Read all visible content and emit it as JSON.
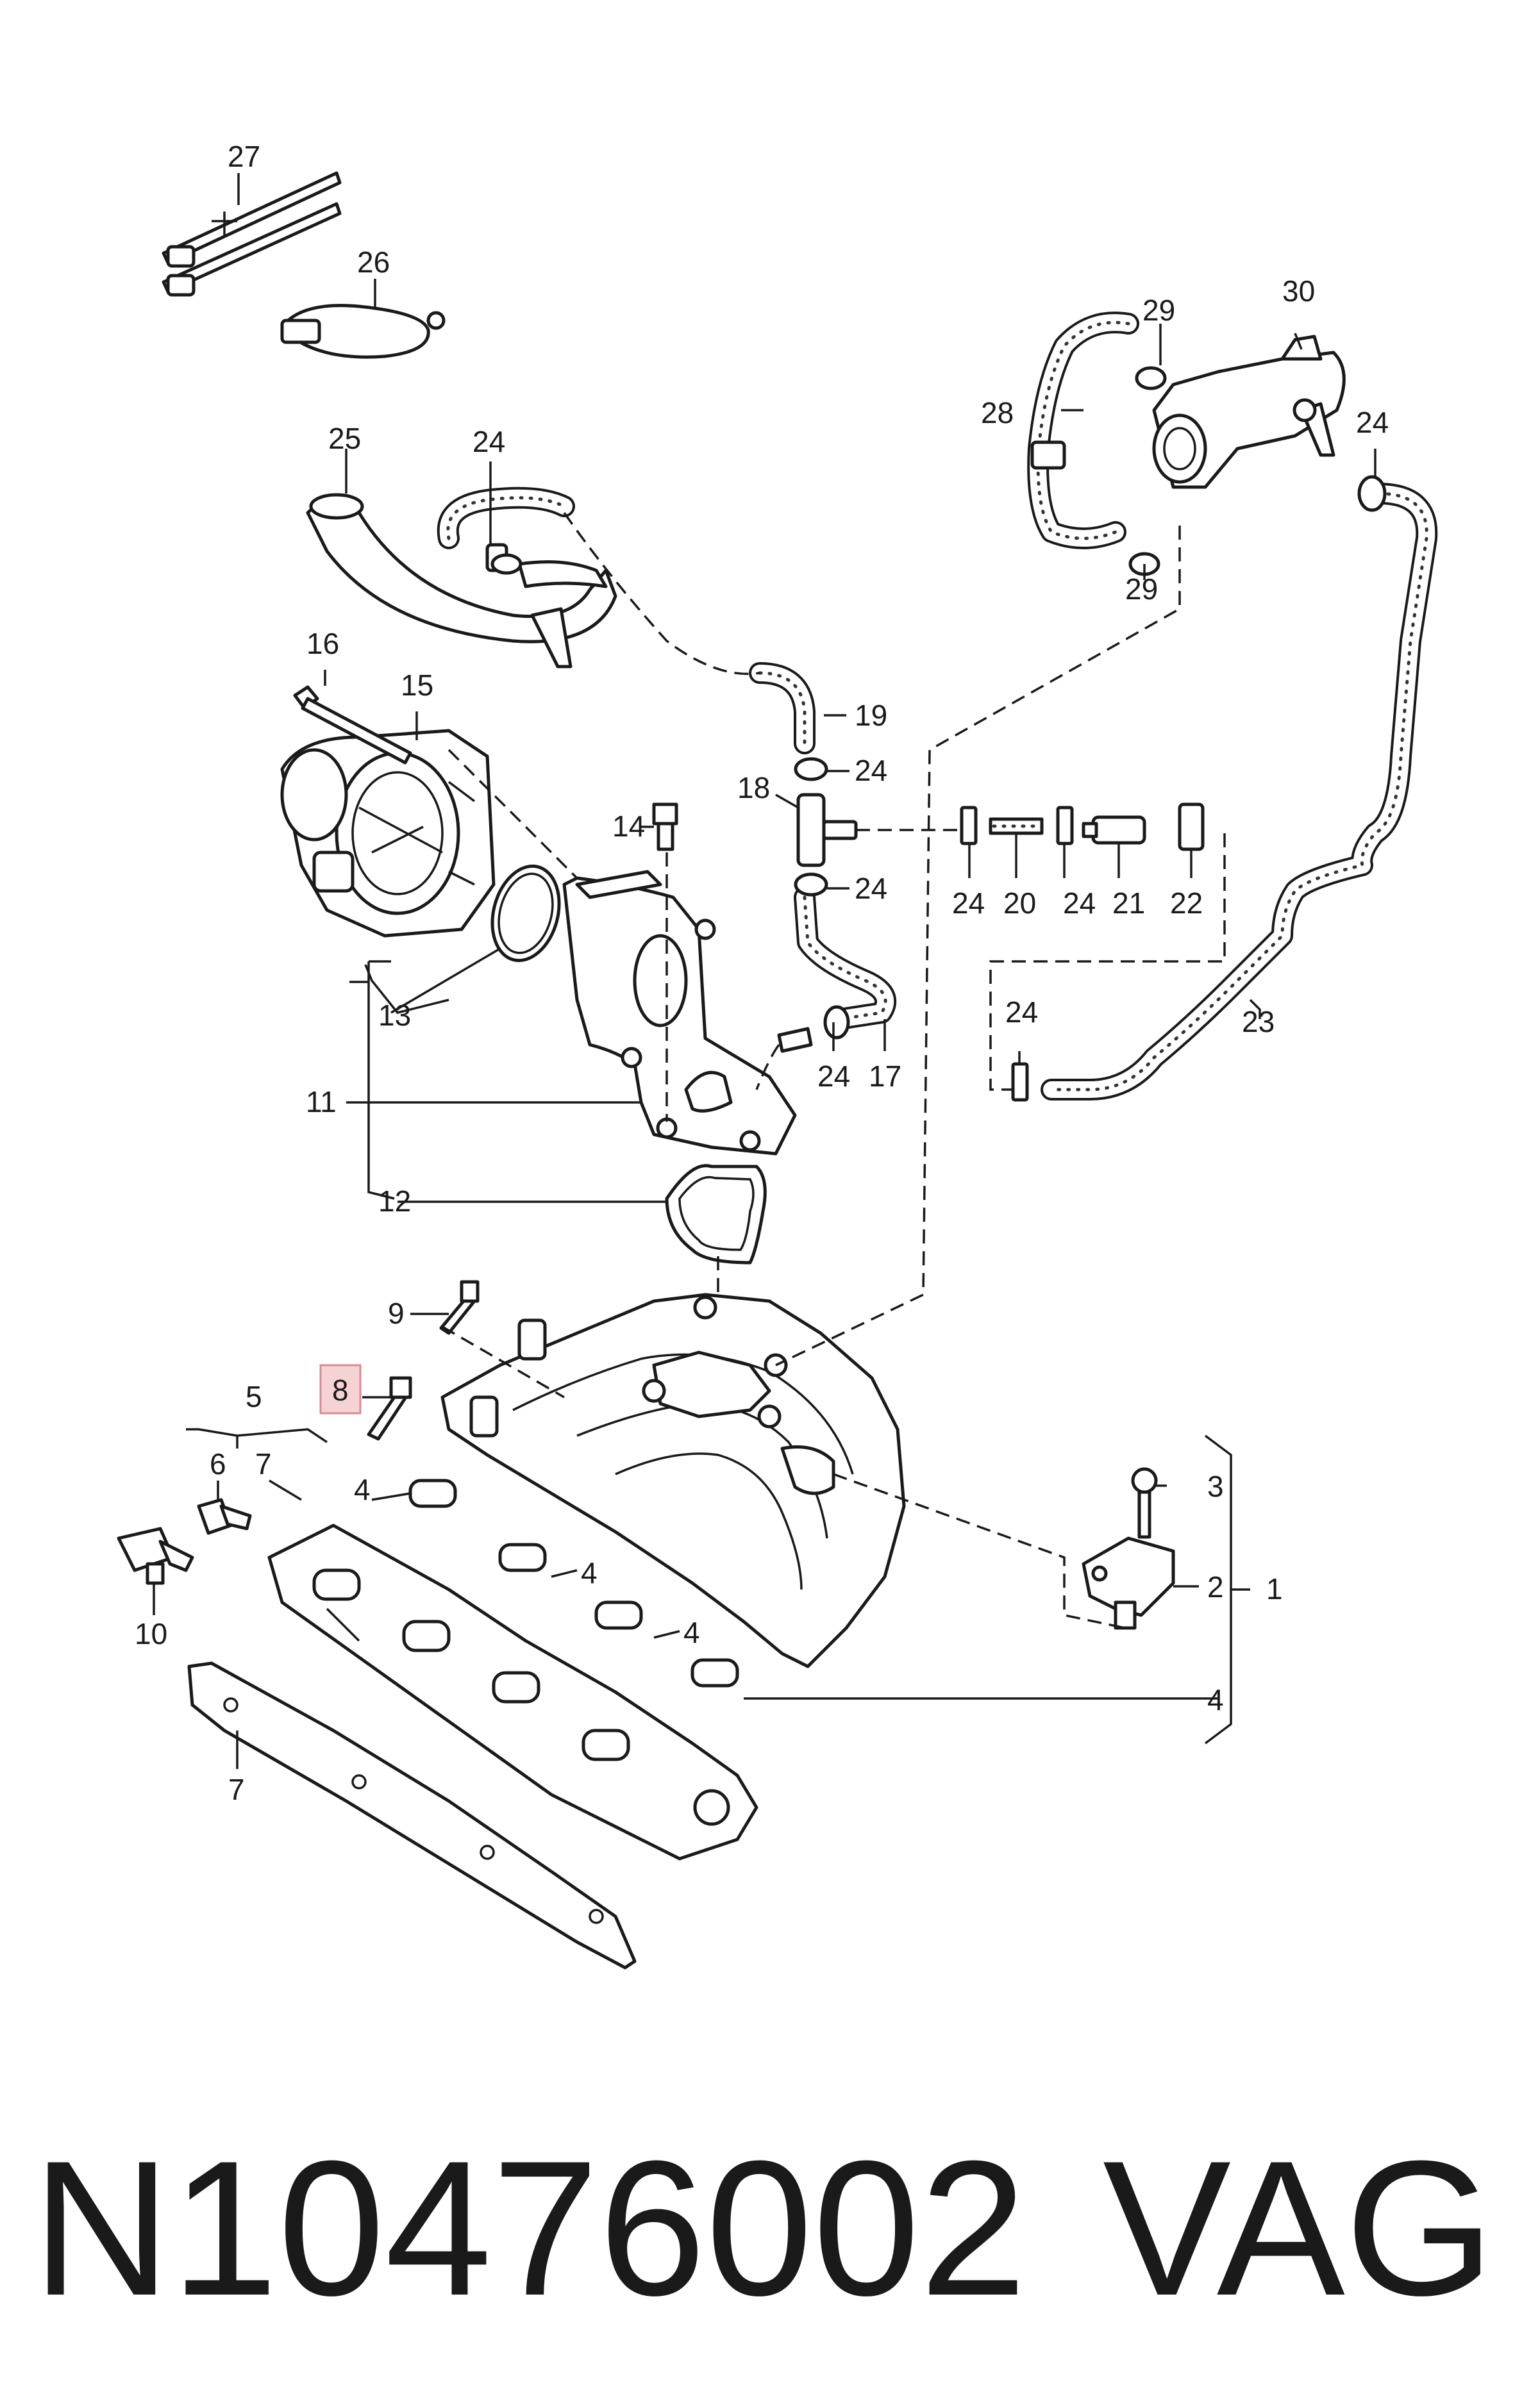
{
  "callouts": [
    {
      "id": "1",
      "text": "1"
    },
    {
      "id": "2",
      "text": "2"
    },
    {
      "id": "3",
      "text": "3"
    },
    {
      "id": "4a",
      "text": "4"
    },
    {
      "id": "4b",
      "text": "4"
    },
    {
      "id": "4c",
      "text": "4"
    },
    {
      "id": "4d",
      "text": "4"
    },
    {
      "id": "5",
      "text": "5"
    },
    {
      "id": "6",
      "text": "6"
    },
    {
      "id": "7a",
      "text": "7"
    },
    {
      "id": "7b",
      "text": "7"
    },
    {
      "id": "8",
      "text": "8"
    },
    {
      "id": "9",
      "text": "9"
    },
    {
      "id": "10",
      "text": "10"
    },
    {
      "id": "11",
      "text": "11"
    },
    {
      "id": "12",
      "text": "12"
    },
    {
      "id": "13",
      "text": "13"
    },
    {
      "id": "14",
      "text": "14"
    },
    {
      "id": "15",
      "text": "15"
    },
    {
      "id": "16",
      "text": "16"
    },
    {
      "id": "17",
      "text": "17"
    },
    {
      "id": "18",
      "text": "18"
    },
    {
      "id": "19",
      "text": "19"
    },
    {
      "id": "20",
      "text": "20"
    },
    {
      "id": "21",
      "text": "21"
    },
    {
      "id": "22",
      "text": "22"
    },
    {
      "id": "23",
      "text": "23"
    },
    {
      "id": "24a",
      "text": "24"
    },
    {
      "id": "24b",
      "text": "24"
    },
    {
      "id": "24c",
      "text": "24"
    },
    {
      "id": "24d",
      "text": "24"
    },
    {
      "id": "24e",
      "text": "24"
    },
    {
      "id": "24f",
      "text": "24"
    },
    {
      "id": "24g",
      "text": "24"
    },
    {
      "id": "24h",
      "text": "24"
    },
    {
      "id": "25",
      "text": "25"
    },
    {
      "id": "26",
      "text": "26"
    },
    {
      "id": "27",
      "text": "27"
    },
    {
      "id": "28",
      "text": "28"
    },
    {
      "id": "29a",
      "text": "29"
    },
    {
      "id": "29b",
      "text": "29"
    },
    {
      "id": "30",
      "text": "30"
    }
  ],
  "highlighted_callout": "8",
  "highlight_color": "#f5d3d5",
  "part_number": "N10476002",
  "brand": "VAG"
}
